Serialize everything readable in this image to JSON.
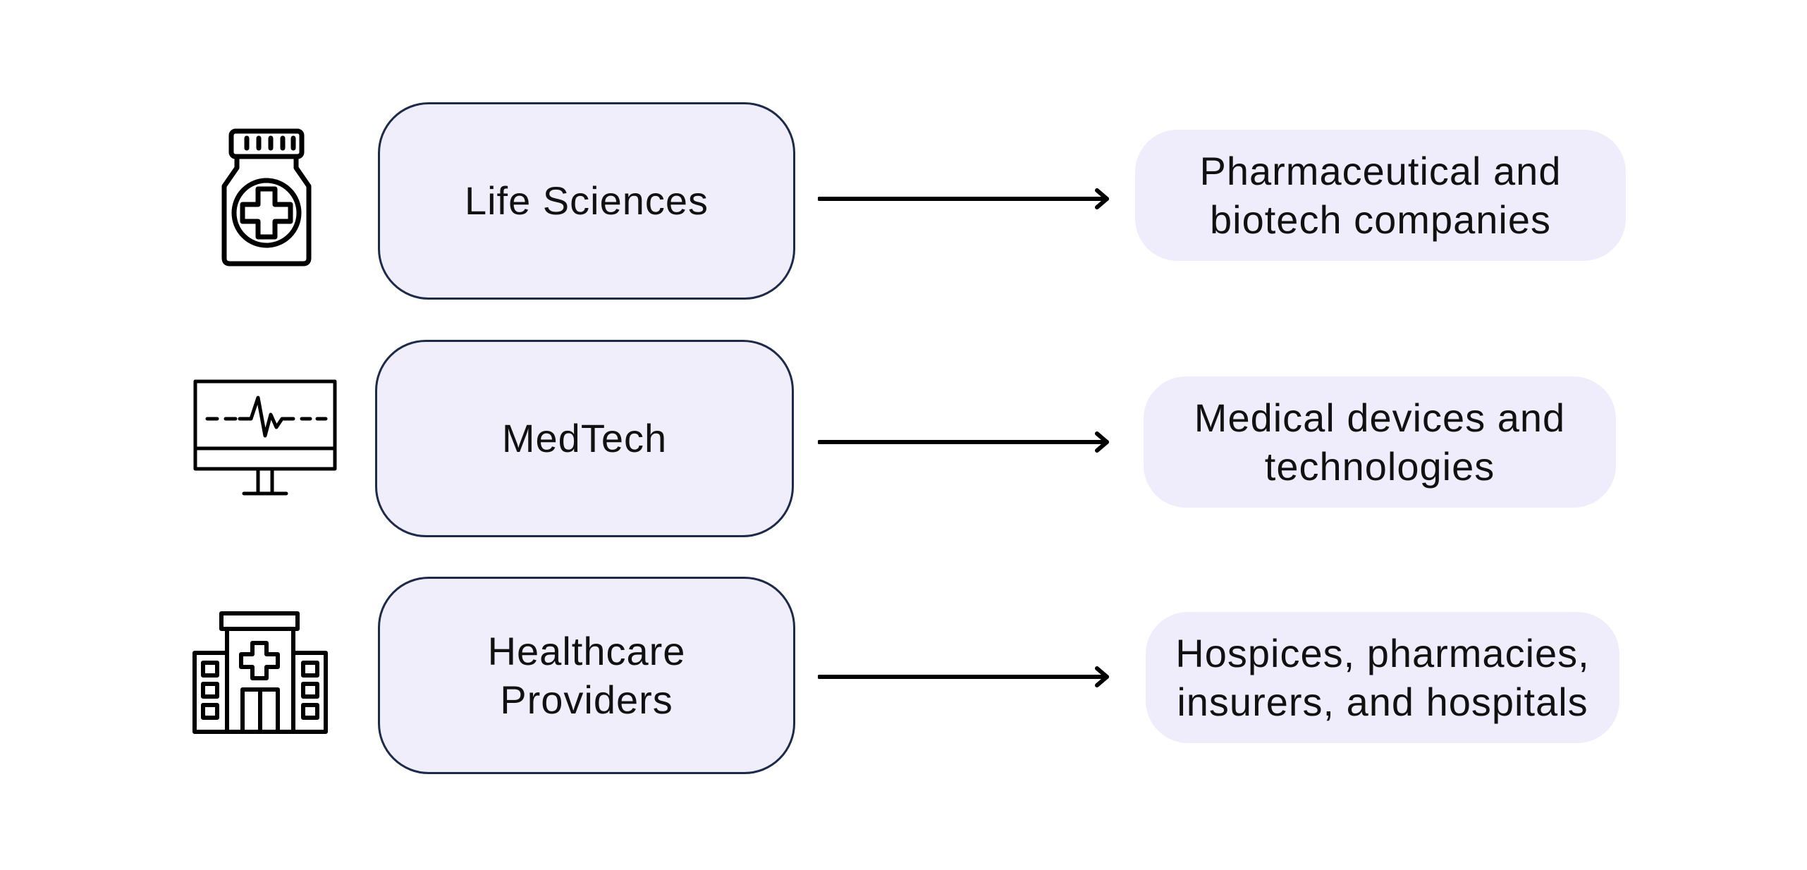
{
  "rows": [
    {
      "icon": "medicine-bottle-icon",
      "sector": "Life Sciences",
      "description_lines": [
        "Pharmaceutical and",
        "biotech companies"
      ]
    },
    {
      "icon": "heart-monitor-icon",
      "sector": "MedTech",
      "description_lines": [
        "Medical devices and",
        "technologies"
      ]
    },
    {
      "icon": "hospital-building-icon",
      "sector_lines": [
        "Healthcare",
        "Providers"
      ],
      "description_lines": [
        "Hospices, pharmacies,",
        "insurers, and hospitals"
      ]
    }
  ],
  "colors": {
    "box_fill": "#f0eefb",
    "box_border": "#1e2a4a",
    "arrow": "#000000",
    "text": "#111111"
  }
}
